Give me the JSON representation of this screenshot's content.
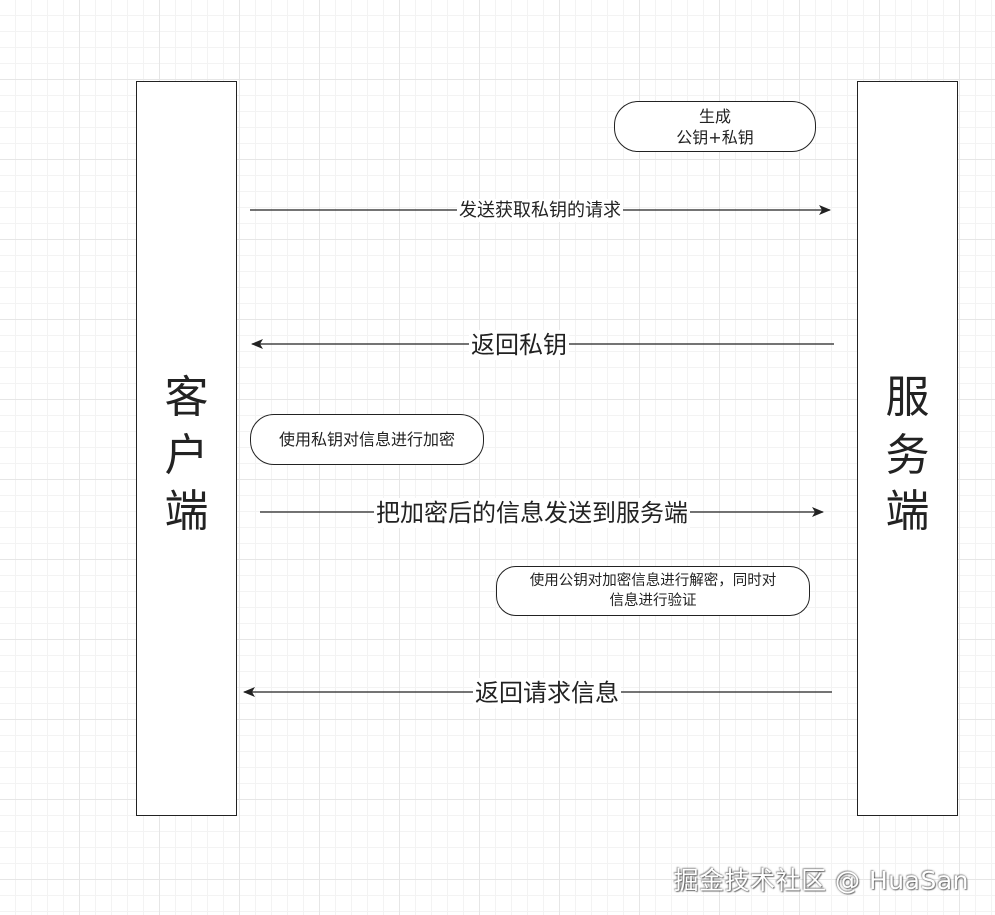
{
  "actors": {
    "client": {
      "label_lines": [
        "客",
        "户",
        "端"
      ]
    },
    "server": {
      "label_lines": [
        "服",
        "务",
        "端"
      ]
    }
  },
  "notes": {
    "generate_keys": {
      "lines": [
        "生成",
        "公钥+私钥"
      ]
    },
    "encrypt_with_private": {
      "lines": [
        "使用私钥对信息进行加密"
      ]
    },
    "decrypt_and_verify": {
      "lines": [
        "使用公钥对加密信息进行解密，同时对",
        "信息进行验证"
      ]
    }
  },
  "messages": [
    {
      "label": "发送获取私钥的请求",
      "direction": "to-server"
    },
    {
      "label": "返回私钥",
      "direction": "to-client"
    },
    {
      "label": "把加密后的信息发送到服务端",
      "direction": "to-server"
    },
    {
      "label": "返回请求信息",
      "direction": "to-client"
    }
  ],
  "watermark": {
    "text": "掘金技术社区 @ HuaSan"
  }
}
